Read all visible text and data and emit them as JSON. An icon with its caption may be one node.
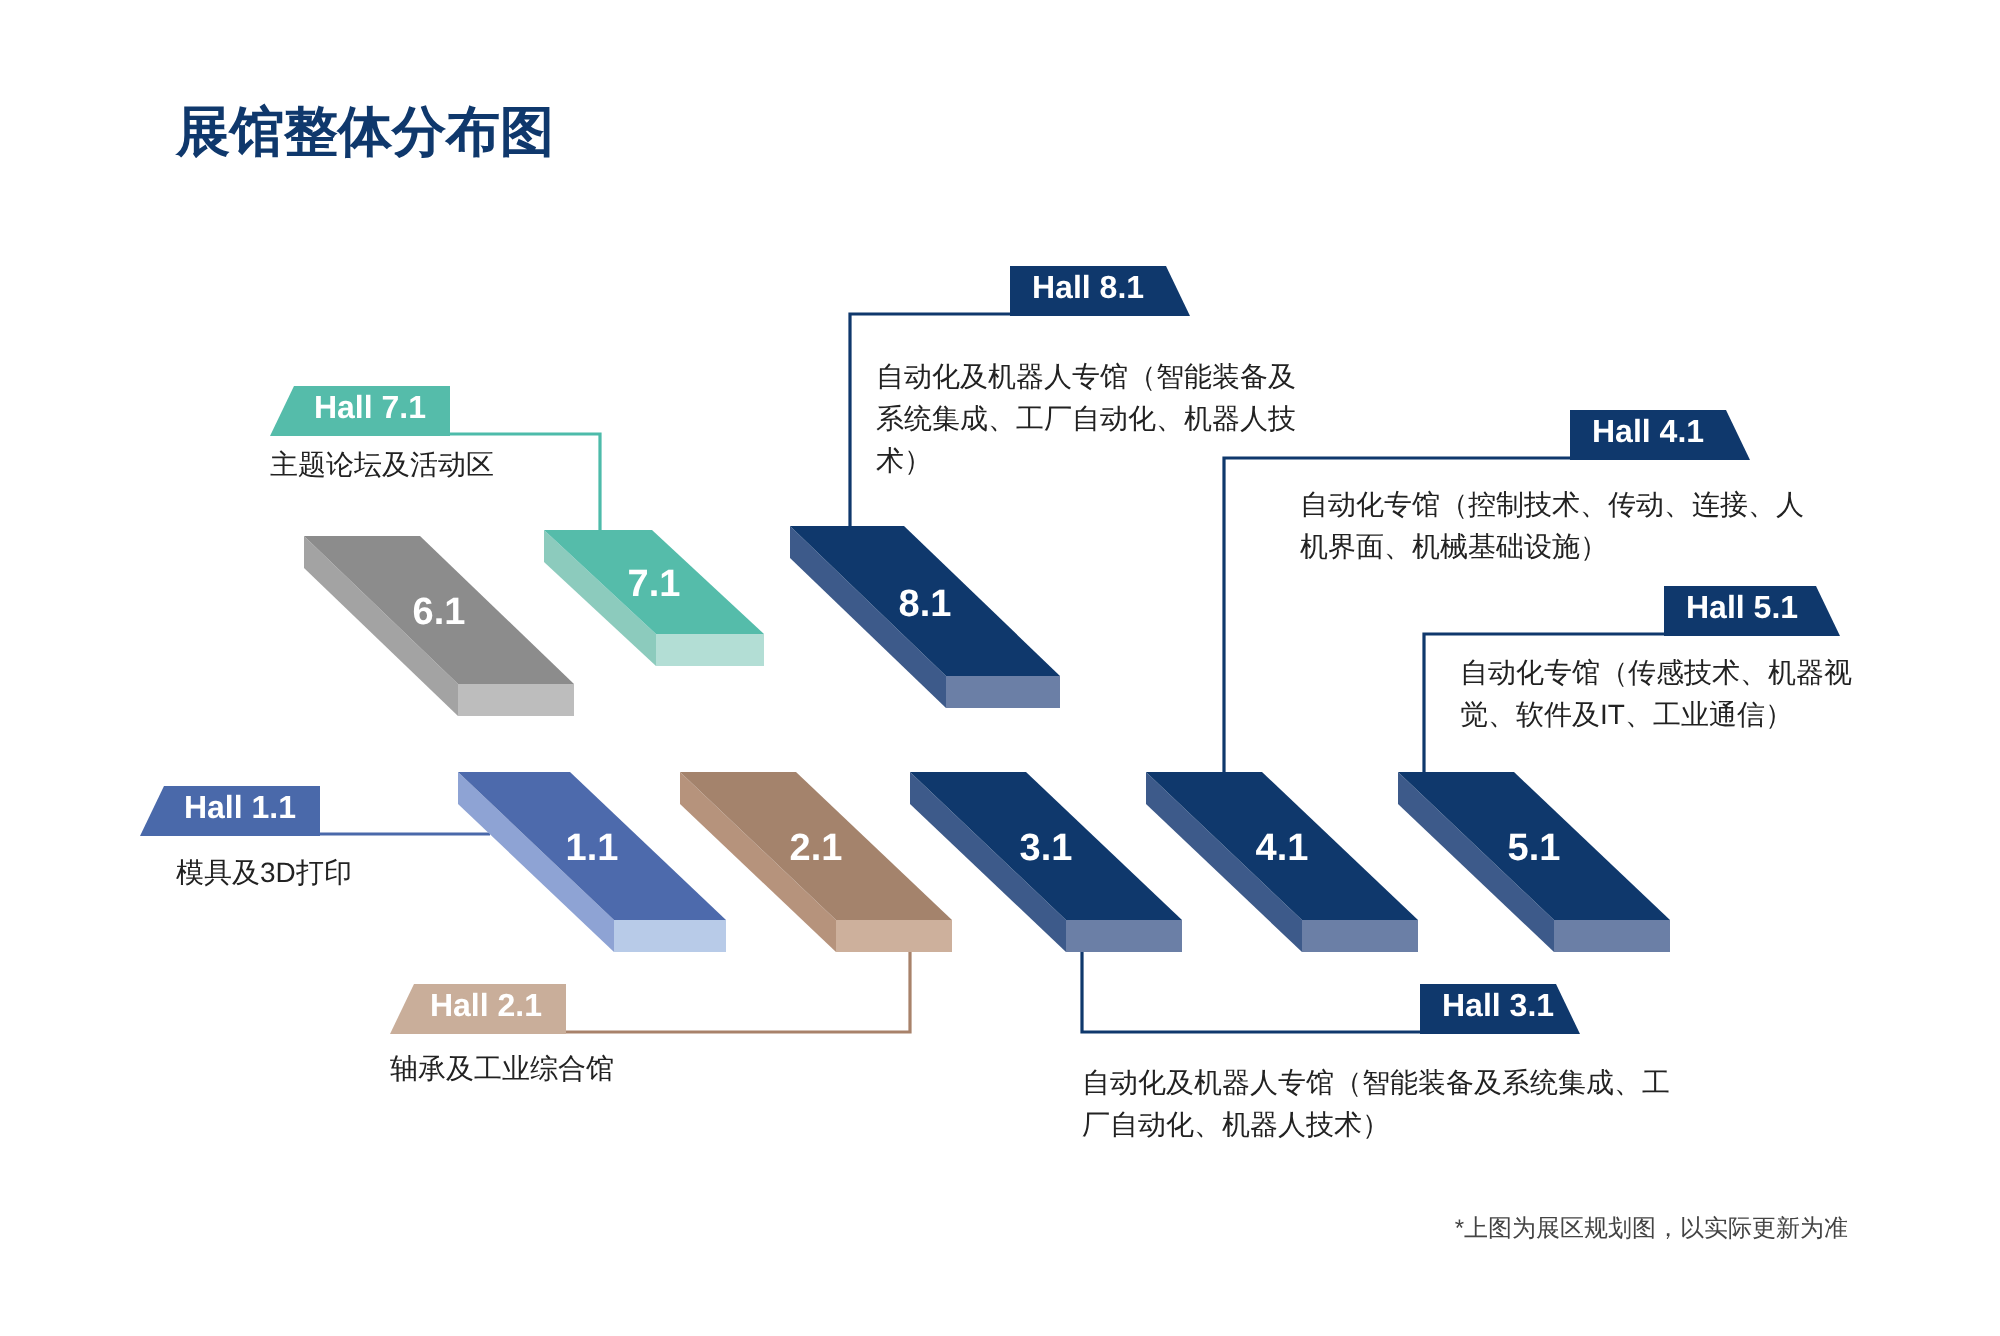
{
  "diagram": {
    "title": "展馆整体分布图",
    "nodes": [
      {
        "text": [
          "Hall 8.1"
        ],
        "beside": [
          "自动化及机器人专馆（智能装备及系统集成、工厂自动化、机器人技术）"
        ]
      },
      {
        "text": [
          "Hall 7.1"
        ],
        "beside": [
          "主题论坛及活动区"
        ]
      },
      {
        "text": [
          "Hall 4.1"
        ],
        "beside": [
          "自动化专馆（控制技术、传动、连接、人机界面、机械基础设施）"
        ]
      },
      {
        "text": [
          "6.1"
        ]
      },
      {
        "text": [
          "7.1"
        ]
      },
      {
        "text": [
          "8.1"
        ]
      },
      {
        "text": [
          "Hall 5.1"
        ],
        "beside": [
          "自动化专馆（传感技术、机器视觉、软件及IT、工业通信）"
        ]
      },
      {
        "text": [
          "Hall 1.1"
        ],
        "beside": [
          "模具及3D打印"
        ]
      },
      {
        "text": [
          "1.1"
        ]
      },
      {
        "text": [
          "2.1"
        ]
      },
      {
        "text": [
          "3.1"
        ]
      },
      {
        "text": [
          "4.1"
        ]
      },
      {
        "text": [
          "5.1"
        ]
      },
      {
        "text": [
          "Hall 2.1"
        ],
        "beside": [
          "轴承及工业综合馆"
        ]
      },
      {
        "text": [
          "Hall 3.1"
        ],
        "beside": [
          "自动化及机器人专馆（智能装备及系统集成、工厂自动化、机器人技术）"
        ]
      }
    ],
    "edges": [
      {
        "from": 0,
        "to": 5,
        "arrow": "none"
      },
      {
        "from": 1,
        "to": 4,
        "arrow": "none",
        "color": "#4dbbaa"
      },
      {
        "from": 2,
        "to": 11,
        "arrow": "none"
      },
      {
        "from": 6,
        "to": 12,
        "arrow": "none"
      },
      {
        "from": 7,
        "to": 8,
        "arrow": "none",
        "color": "#4a69aa"
      },
      {
        "from": 13,
        "to": 9,
        "arrow": "none",
        "color": "#a8826a"
      },
      {
        "from": 14,
        "to": 10,
        "arrow": "none"
      }
    ],
    "labels": [
      "*上图为展区规划图，以实际更新为准"
    ]
  }
}
